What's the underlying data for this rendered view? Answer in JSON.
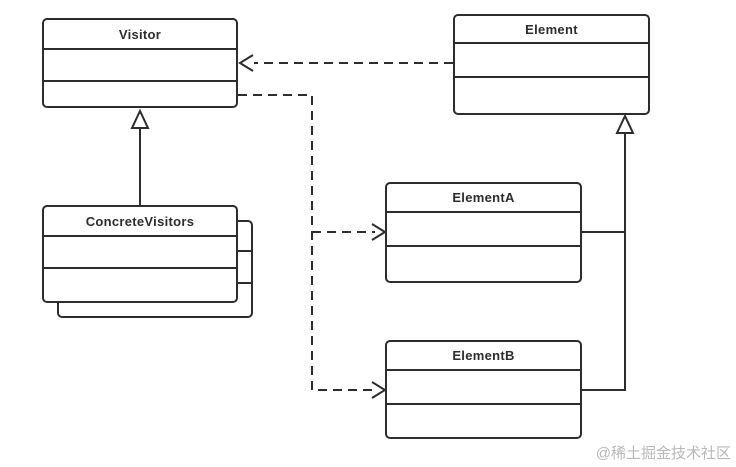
{
  "diagram": {
    "kind": "uml-class-diagram",
    "pattern": "Visitor",
    "classes": {
      "visitor": {
        "name": "Visitor",
        "compartments": 3
      },
      "element": {
        "name": "Element",
        "compartments": 3
      },
      "concrete_visitors": {
        "name": "ConcreteVisitors",
        "compartments": 3,
        "stacked": true
      },
      "element_a": {
        "name": "ElementA",
        "compartments": 3
      },
      "element_b": {
        "name": "ElementB",
        "compartments": 3
      }
    },
    "relationships": [
      {
        "from": "Element",
        "to": "Visitor",
        "type": "dependency",
        "line": "dashed",
        "arrowhead": "open"
      },
      {
        "from": "ConcreteVisitors",
        "to": "Visitor",
        "type": "generalization",
        "line": "solid",
        "arrowhead": "hollow-triangle"
      },
      {
        "from": "Visitor",
        "to": "ElementA",
        "type": "dependency",
        "line": "dashed",
        "arrowhead": "open"
      },
      {
        "from": "Visitor",
        "to": "ElementB",
        "type": "dependency",
        "line": "dashed",
        "arrowhead": "open"
      },
      {
        "from": "ElementA",
        "to": "Element",
        "type": "generalization",
        "line": "solid",
        "arrowhead": "hollow-triangle"
      },
      {
        "from": "ElementB",
        "to": "Element",
        "type": "generalization",
        "line": "solid",
        "arrowhead": "hollow-triangle"
      }
    ]
  },
  "watermark": "@稀土掘金技术社区",
  "colors": {
    "line": "#2d2d2d",
    "background": "#ffffff",
    "watermark": "#b9b9b9"
  }
}
